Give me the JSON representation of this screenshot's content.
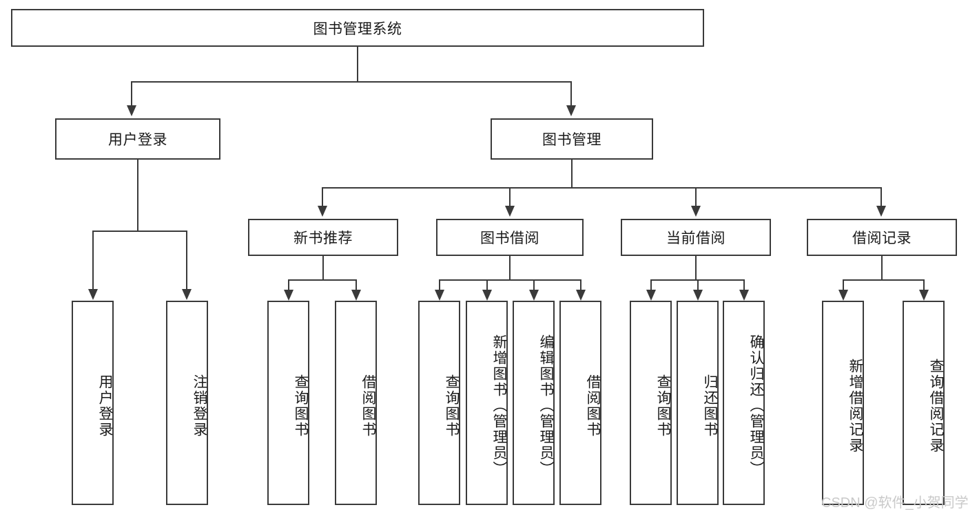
{
  "diagram": {
    "title": "图书管理系统",
    "root": {
      "label": "图书管理系统"
    },
    "level2": [
      {
        "label": "用户登录"
      },
      {
        "label": "图书管理"
      }
    ],
    "level3": [
      {
        "label": "新书推荐"
      },
      {
        "label": "图书借阅"
      },
      {
        "label": "当前借阅"
      },
      {
        "label": "借阅记录"
      }
    ],
    "leaves": {
      "user_login": [
        {
          "label": "用户登录"
        },
        {
          "label": "注销登录"
        }
      ],
      "new_book_recommend": [
        {
          "label": "查询图书"
        },
        {
          "label": "借阅图书"
        }
      ],
      "book_borrow": [
        {
          "label": "查询图书"
        },
        {
          "label": "新增图书（管理员）"
        },
        {
          "label": "编辑图书（管理员）"
        },
        {
          "label": "借阅图书"
        }
      ],
      "current_borrow": [
        {
          "label": "查询图书"
        },
        {
          "label": "归还图书"
        },
        {
          "label": "确认归还（管理员）"
        }
      ],
      "borrow_record": [
        {
          "label": "新增借阅记录"
        },
        {
          "label": "查询借阅记录"
        }
      ]
    }
  },
  "watermark": {
    "text": "CSDN @软件_小贺同学"
  },
  "colors": {
    "stroke": "#3a3a3a",
    "background": "#ffffff",
    "text": "#1a1a1a",
    "watermark": "#c9c9c9"
  }
}
